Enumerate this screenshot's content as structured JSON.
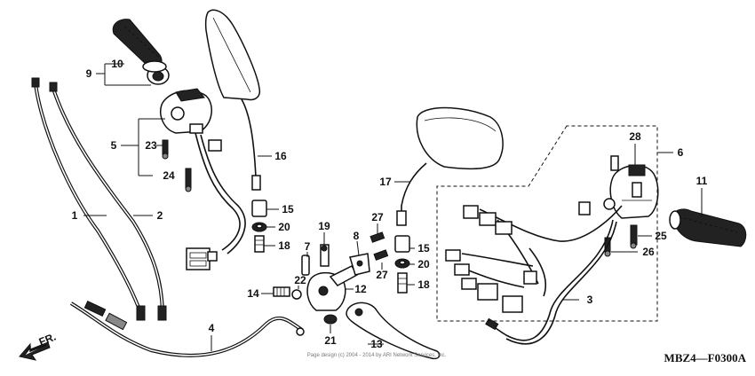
{
  "diagram": {
    "code": "MBZ4—F0300A",
    "copyright": "Page design (c) 2004 - 2014 by ARI Network Services, Inc.",
    "direction_label": "FR.",
    "labels": [
      "1",
      "2",
      "3",
      "4",
      "5",
      "6",
      "7",
      "8",
      "9",
      "10",
      "11",
      "12",
      "13",
      "14",
      "15",
      "15",
      "16",
      "17",
      "18",
      "18",
      "19",
      "20",
      "20",
      "21",
      "22",
      "23",
      "24",
      "25",
      "26",
      "27",
      "27",
      "28"
    ]
  }
}
